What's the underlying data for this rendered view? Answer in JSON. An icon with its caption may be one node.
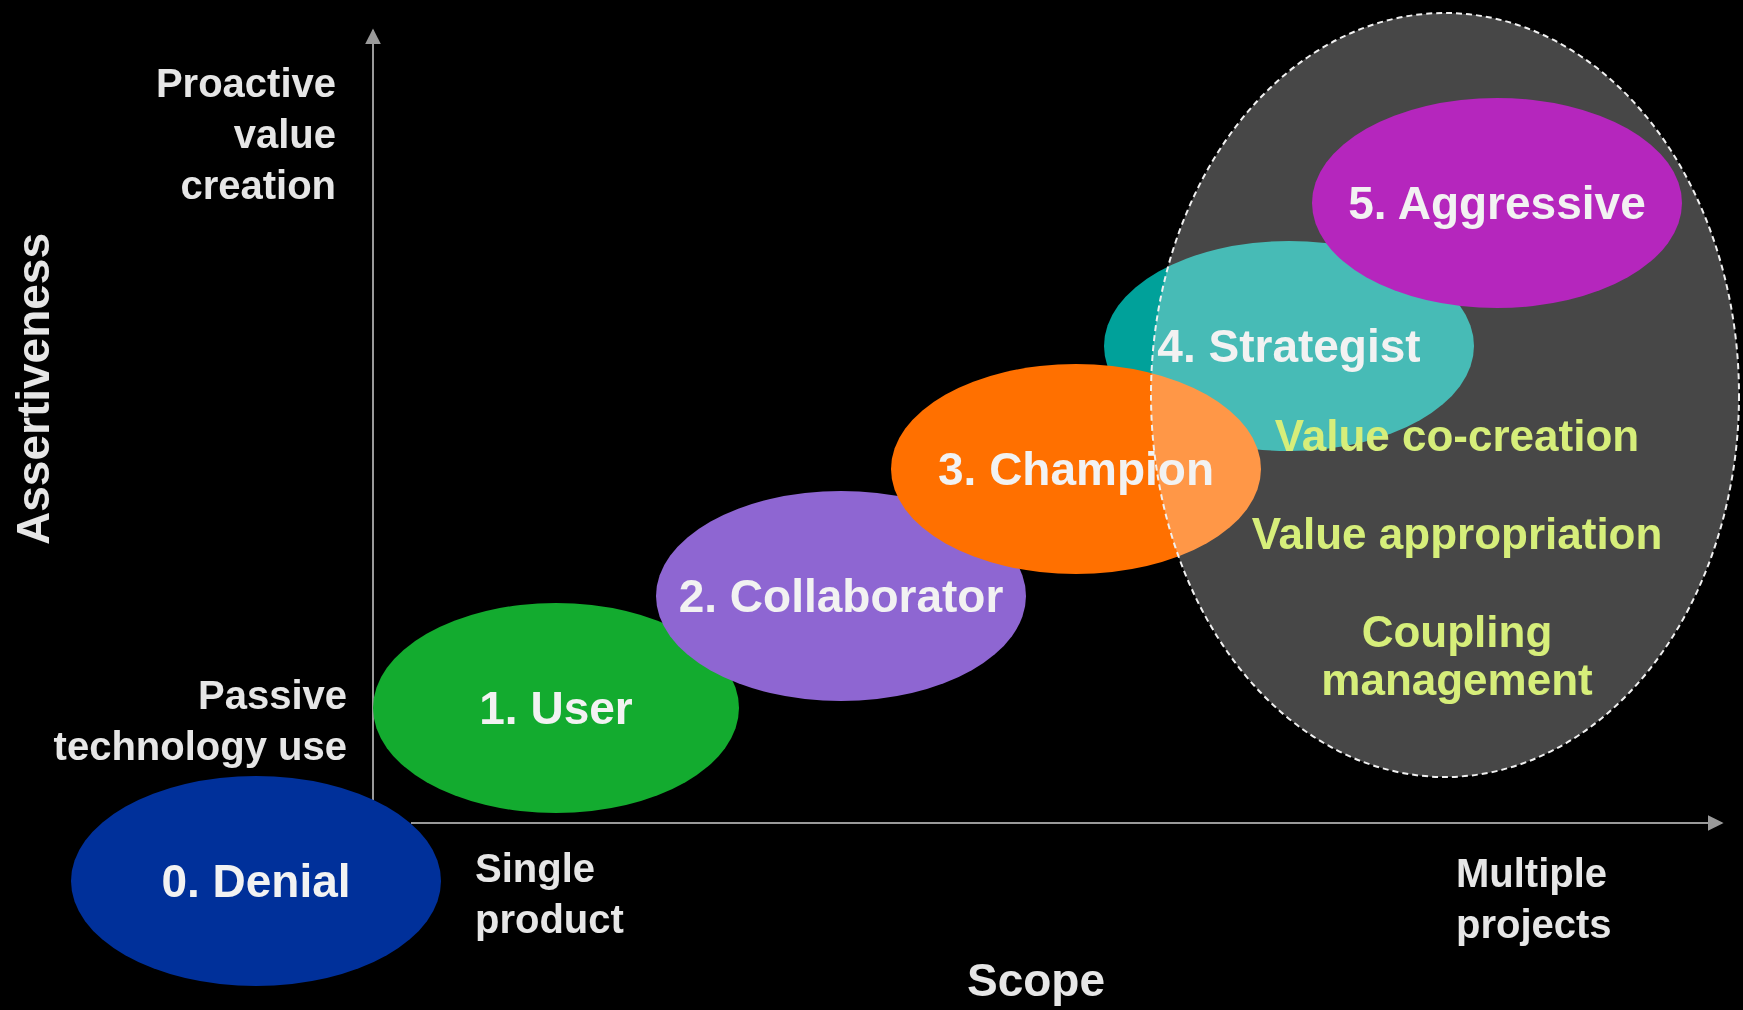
{
  "diagram": {
    "nodes": [
      {
        "text": [
          "0.  Denial"
        ]
      },
      {
        "text": [
          "1. User"
        ]
      },
      {
        "text": [
          "2. Collaborator"
        ]
      },
      {
        "text": [
          "3. Champion"
        ]
      },
      {
        "text": [
          "4. Strategist"
        ]
      },
      {
        "text": [
          "Value co-creation",
          "Value appropriation",
          "Coupling management"
        ]
      },
      {
        "text": [
          "5. Aggressive"
        ],
        "in": 5
      }
    ],
    "labels": [
      "Proactive value creation",
      "Passive technology use",
      "Assertiveness",
      "Single product",
      "Multiple projects",
      "Scope"
    ]
  }
}
